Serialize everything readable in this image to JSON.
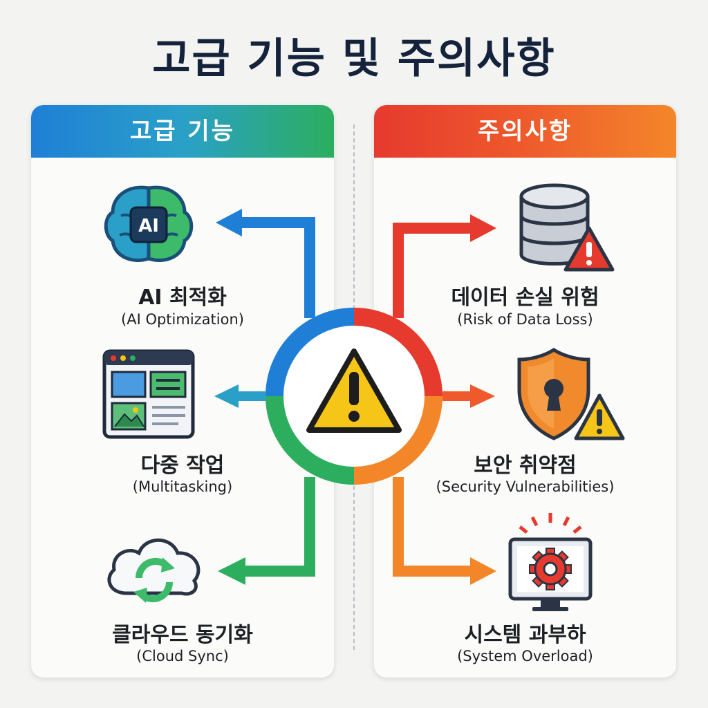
{
  "title": "고급 기능 및 주의사항",
  "left_panel": {
    "header": "고급 기능",
    "items": [
      {
        "icon": "ai-brain-icon",
        "icon_text": "AI",
        "title": "AI 최적화",
        "subtitle": "(AI Optimization)"
      },
      {
        "icon": "multitasking-window-icon",
        "title": "다중 작업",
        "subtitle": "(Multitasking)"
      },
      {
        "icon": "cloud-sync-icon",
        "title": "클라우드 동기화",
        "subtitle": "(Cloud Sync)"
      }
    ]
  },
  "right_panel": {
    "header": "주의사항",
    "items": [
      {
        "icon": "database-warning-icon",
        "title": "데이터 손실 위험",
        "subtitle": "(Risk of Data Loss)"
      },
      {
        "icon": "shield-lock-warning-icon",
        "title": "보안 취약점",
        "subtitle": "(Security Vulnerabilities)"
      },
      {
        "icon": "monitor-gear-overload-icon",
        "title": "시스템 과부하",
        "subtitle": "(System Overload)"
      }
    ]
  },
  "center": {
    "icon": "warning-triangle-icon"
  },
  "colors": {
    "blue": "#1f7fd6",
    "teal": "#2aa0c8",
    "green": "#2cae5e",
    "red": "#e63a2e",
    "orange": "#f4862a",
    "yellow": "#f5c518"
  }
}
